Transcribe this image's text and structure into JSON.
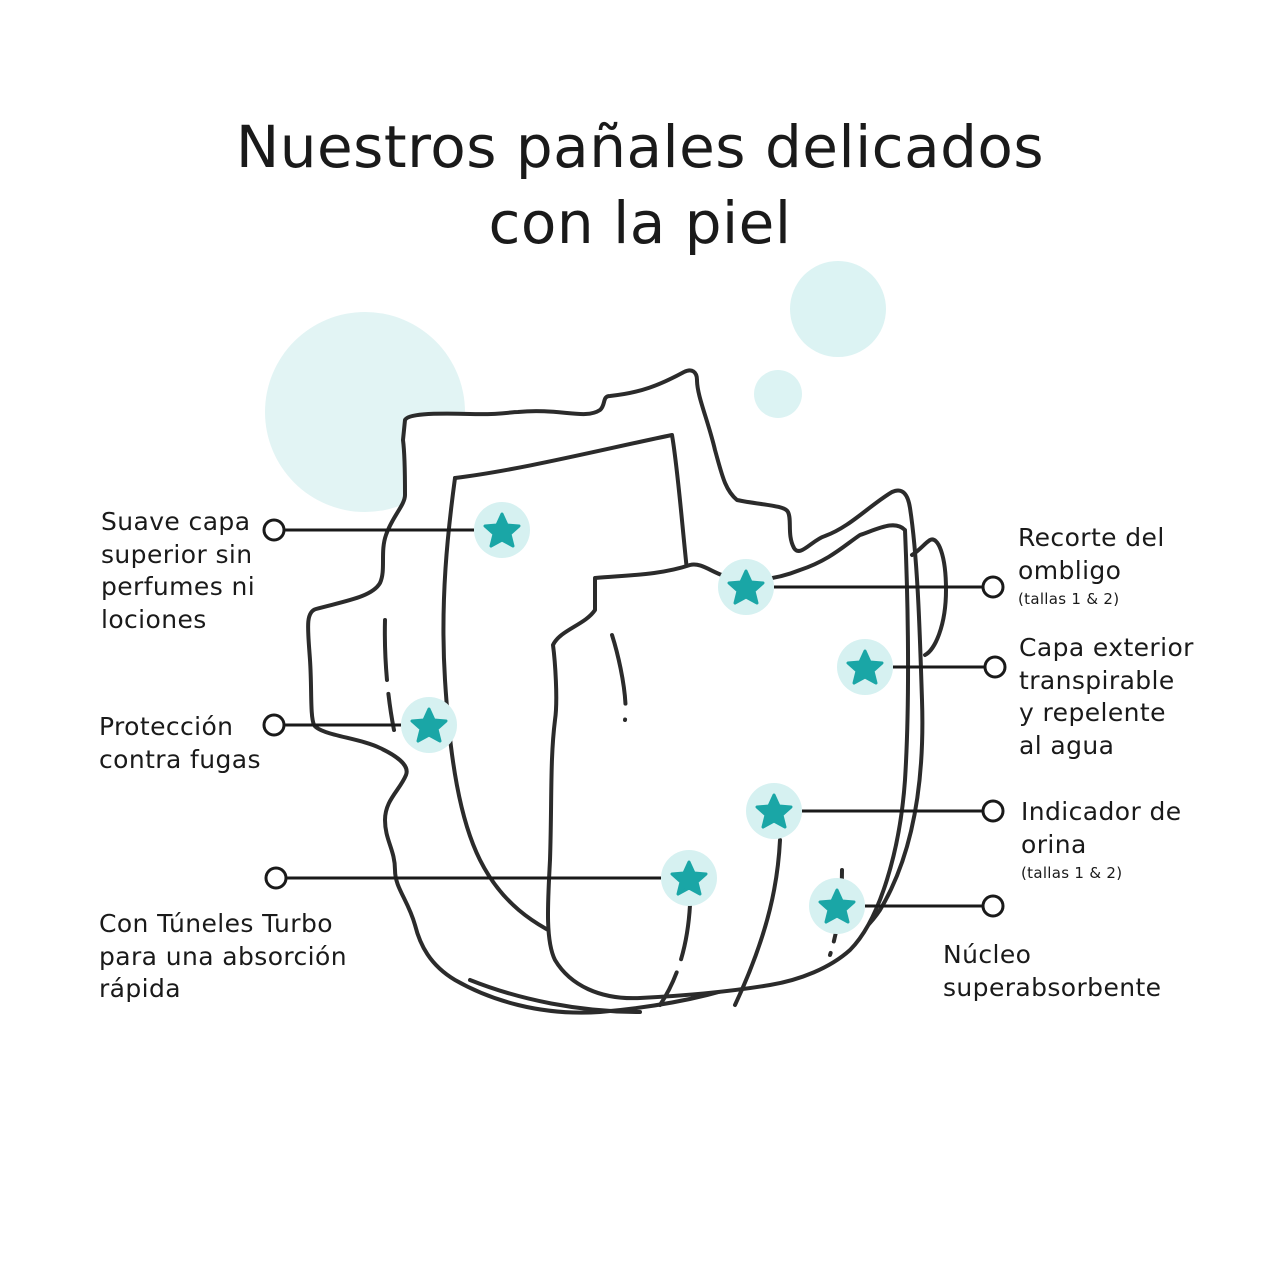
{
  "title": {
    "line1": "Nuestros pañales delicados",
    "line2": "con la piel"
  },
  "colors": {
    "accent": "#1aa6a6",
    "halo": "#d6f1f1",
    "bubble": "#e2f4f4",
    "stroke": "#2b2b2b",
    "text": "#1a1a1a"
  },
  "icons": {
    "marker": "star-icon",
    "connector": "circle-icon"
  },
  "features": [
    {
      "id": "top-layer",
      "lines": [
        "Suave capa",
        "superior sin",
        "perfumes ni",
        "lociones"
      ],
      "note": ""
    },
    {
      "id": "leak-protection",
      "lines": [
        "Protección",
        "contra fugas"
      ],
      "note": ""
    },
    {
      "id": "turbo-tunnels",
      "lines": [
        "Con Túneles Turbo",
        "para una absorción",
        "rápida"
      ],
      "note": ""
    },
    {
      "id": "navel-cutout",
      "lines": [
        "Recorte del",
        "ombligo"
      ],
      "note": "(tallas 1 & 2)"
    },
    {
      "id": "outer-layer",
      "lines": [
        "Capa exterior",
        "transpirable",
        "y repelente",
        "al agua"
      ],
      "note": ""
    },
    {
      "id": "wetness-indicator",
      "lines": [
        "Indicador de",
        "orina"
      ],
      "note": "(tallas 1 & 2)"
    },
    {
      "id": "core",
      "lines": [
        "Núcleo",
        "superabsorbente"
      ],
      "note": ""
    }
  ]
}
